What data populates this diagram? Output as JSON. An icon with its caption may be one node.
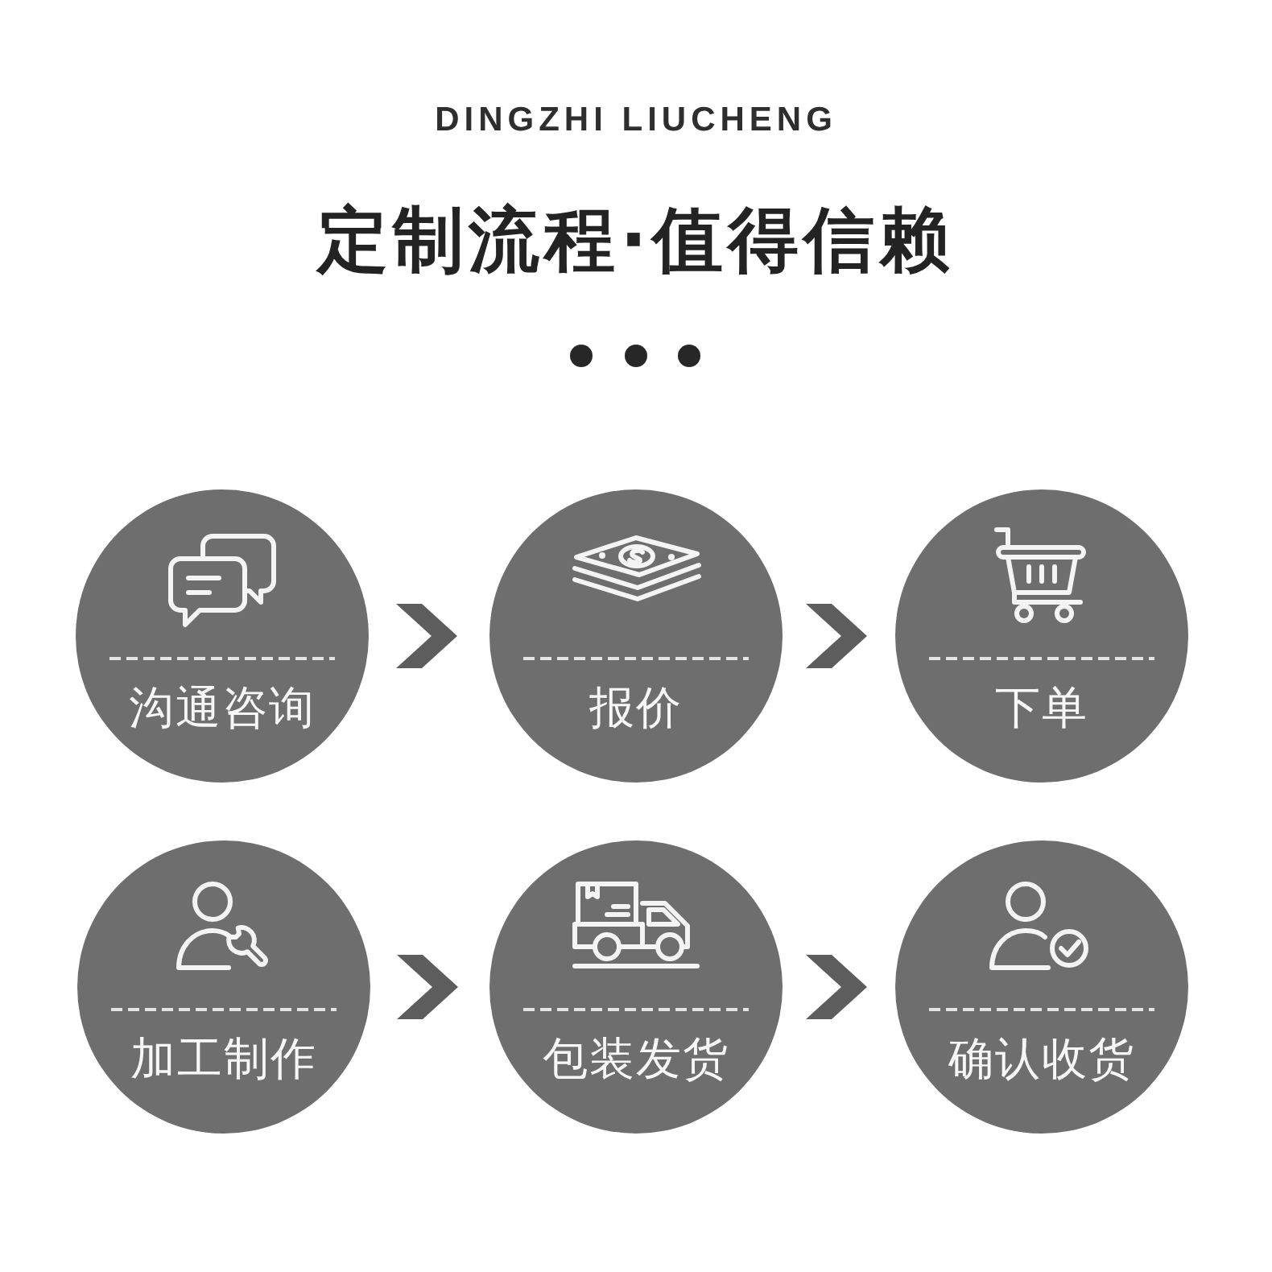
{
  "diagram": {
    "title": "定制流程·值得信赖",
    "labels": [
      "DINGZHI LIUCHENG"
    ],
    "nodes": [
      {
        "text": [
          "沟通咨询"
        ]
      },
      {
        "text": [
          "报价"
        ]
      },
      {
        "text": [
          "下单"
        ]
      },
      {
        "text": [
          "加工制作"
        ]
      },
      {
        "text": [
          "包装发货"
        ]
      },
      {
        "text": [
          "确认收货"
        ]
      }
    ],
    "edges": [
      {
        "from": 0,
        "to": 1,
        "arrow": "to"
      },
      {
        "from": 1,
        "to": 2,
        "arrow": "to"
      },
      {
        "from": 3,
        "to": 4,
        "arrow": "to"
      },
      {
        "from": 4,
        "to": 5,
        "arrow": "to"
      }
    ]
  }
}
